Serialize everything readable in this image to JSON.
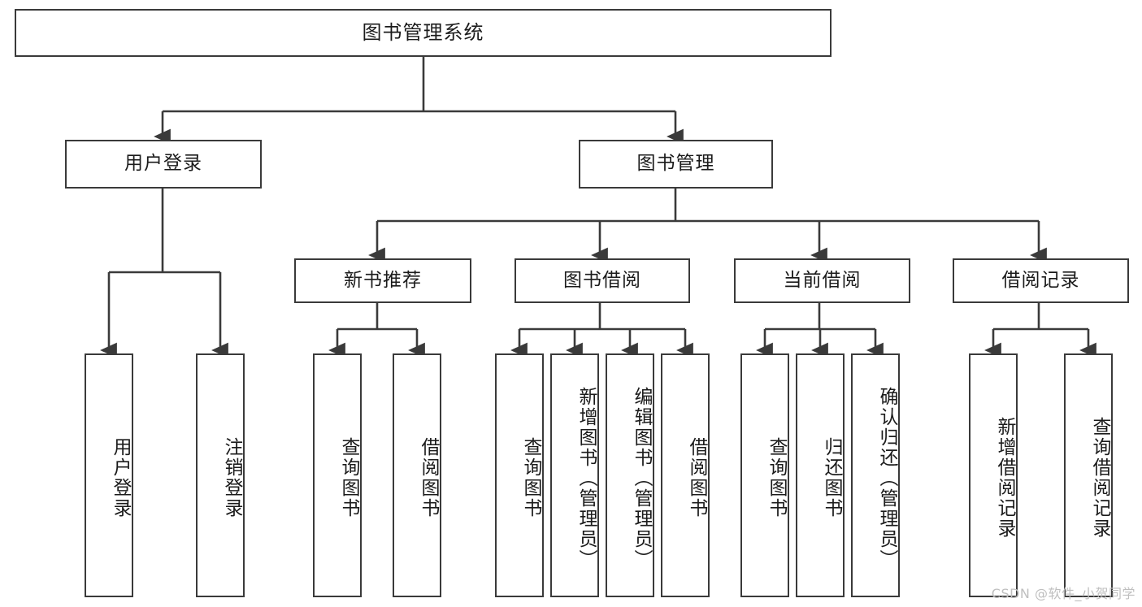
{
  "diagram": {
    "title": "图书管理系统",
    "type": "tree-functional-structure",
    "watermark": "CSDN @软件_小贺同学",
    "colors": {
      "stroke": "#3a3a3a",
      "text": "#1b1b1b",
      "background": "#ffffff",
      "watermark": "#bfbfbf"
    },
    "root": {
      "label": "图书管理系统"
    },
    "level2": [
      {
        "id": "user-login",
        "label": "用户登录"
      },
      {
        "id": "book-management",
        "label": "图书管理"
      }
    ],
    "level3": [
      {
        "id": "new-book-recommend",
        "label": "新书推荐"
      },
      {
        "id": "book-borrow",
        "label": "图书借阅"
      },
      {
        "id": "current-borrow",
        "label": "当前借阅"
      },
      {
        "id": "borrow-record",
        "label": "借阅记录"
      }
    ],
    "leaves": {
      "user-login": [
        {
          "id": "leaf-user-login",
          "label": "用户登录"
        },
        {
          "id": "leaf-logout-login",
          "label": "注销登录"
        }
      ],
      "new-book-recommend": [
        {
          "id": "leaf-query-book-1",
          "label": "查询图书"
        },
        {
          "id": "leaf-borrow-book-1",
          "label": "借阅图书"
        }
      ],
      "book-borrow": [
        {
          "id": "leaf-query-book-2",
          "label": "查询图书"
        },
        {
          "id": "leaf-add-book",
          "label": "新增图书（管理员）"
        },
        {
          "id": "leaf-edit-book",
          "label": "编辑图书（管理员）"
        },
        {
          "id": "leaf-borrow-book-2",
          "label": "借阅图书"
        }
      ],
      "current-borrow": [
        {
          "id": "leaf-query-book-3",
          "label": "查询图书"
        },
        {
          "id": "leaf-return-book",
          "label": "归还图书"
        },
        {
          "id": "leaf-confirm-return",
          "label": "确认归还（管理员）"
        }
      ],
      "borrow-record": [
        {
          "id": "leaf-add-record",
          "label": "新增借阅记录"
        },
        {
          "id": "leaf-query-record",
          "label": "查询借阅记录"
        }
      ]
    }
  }
}
